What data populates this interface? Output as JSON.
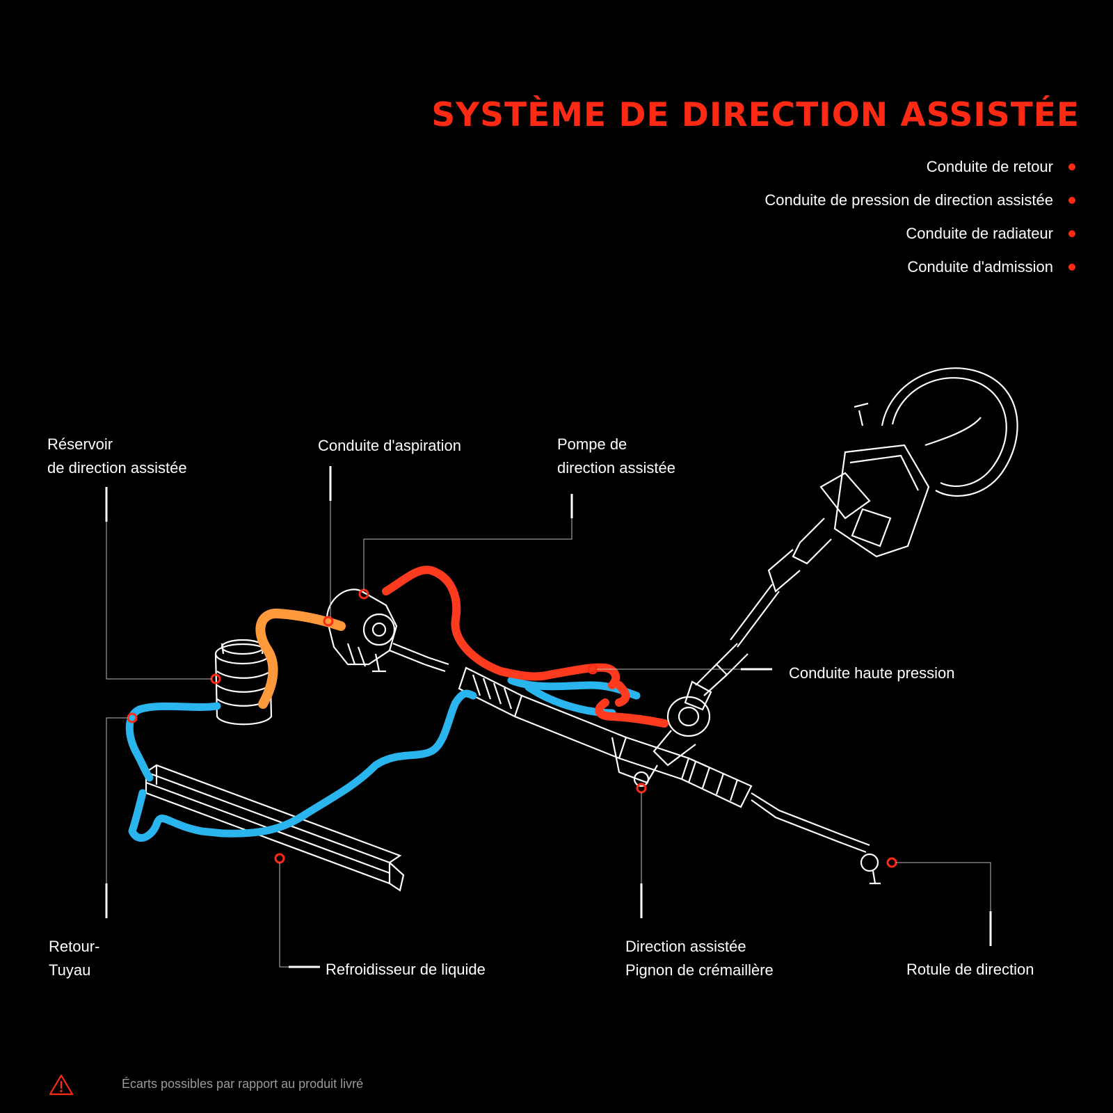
{
  "title": "SYSTÈME DE DIRECTION ASSISTÉE",
  "legend": [
    {
      "label": "Conduite de retour",
      "color": "#ff2a14"
    },
    {
      "label": "Conduite de pression de direction assistée",
      "color": "#ff2a14"
    },
    {
      "label": "Conduite de radiateur",
      "color": "#ff2a14"
    },
    {
      "label": "Conduite d'admission",
      "color": "#ff2a14"
    }
  ],
  "labels": {
    "reservoir": {
      "line1": "Réservoir",
      "line2": "de direction assistée"
    },
    "suction_line": {
      "line1": "Conduite d'aspiration"
    },
    "pump": {
      "line1": "Pompe de",
      "line2": "direction assistée"
    },
    "high_pressure_line": {
      "line1": "Conduite haute pression"
    },
    "return_pipe": {
      "line1": "Retour-",
      "line2": "Tuyau"
    },
    "fluid_cooler": {
      "line1": "Refroidisseur de liquide"
    },
    "rack_pinion": {
      "line1": "Direction assistée",
      "line2": "Pignon de crémaillère"
    },
    "tie_rod_end": {
      "line1": "Rotule de direction"
    }
  },
  "footer": {
    "warning_icon": "warning-triangle-icon",
    "note": "Écarts possibles par rapport au produit livré"
  },
  "colors": {
    "accent": "#ff2a14",
    "pressure_hose": "#ff3b1f",
    "suction_hose": "#ff9a3c",
    "return_hose": "#2bb5ee",
    "outline": "#ffffff"
  }
}
